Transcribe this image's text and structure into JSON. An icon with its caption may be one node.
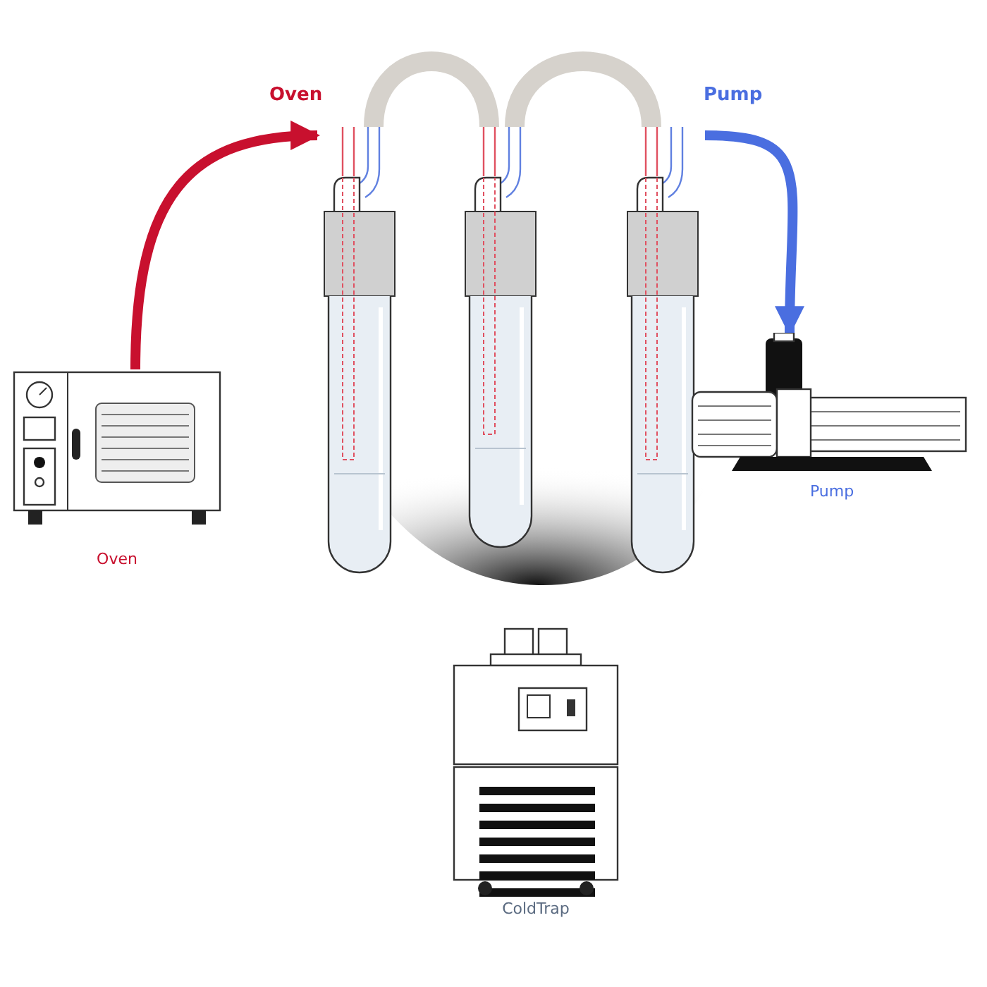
{
  "diagram": {
    "nodes": [
      {
        "text": [],
        "shape": "picture",
        "beside": [
          "Oven"
        ]
      },
      {
        "text": [],
        "shape": "picture"
      },
      {
        "text": [],
        "shape": "picture"
      },
      {
        "text": [],
        "shape": "picture"
      },
      {
        "text": [],
        "shape": "picture",
        "beside": [
          "Pump"
        ]
      },
      {
        "text": [],
        "shape": "picture",
        "beside": [
          "ColdTrap"
        ]
      }
    ],
    "edges": [
      {
        "from": 0,
        "to": 1,
        "arrow": "to",
        "label": "Oven",
        "color": "#c8102e"
      },
      {
        "from": 1,
        "to": 2,
        "arrow": "none",
        "style": "thick",
        "color": "#d6d2cc"
      },
      {
        "from": 2,
        "to": 3,
        "arrow": "none",
        "style": "thick",
        "color": "#d6d2cc"
      },
      {
        "from": 3,
        "to": 4,
        "arrow": "to",
        "label": "Pump",
        "color": "#4a6ee0"
      }
    ]
  }
}
